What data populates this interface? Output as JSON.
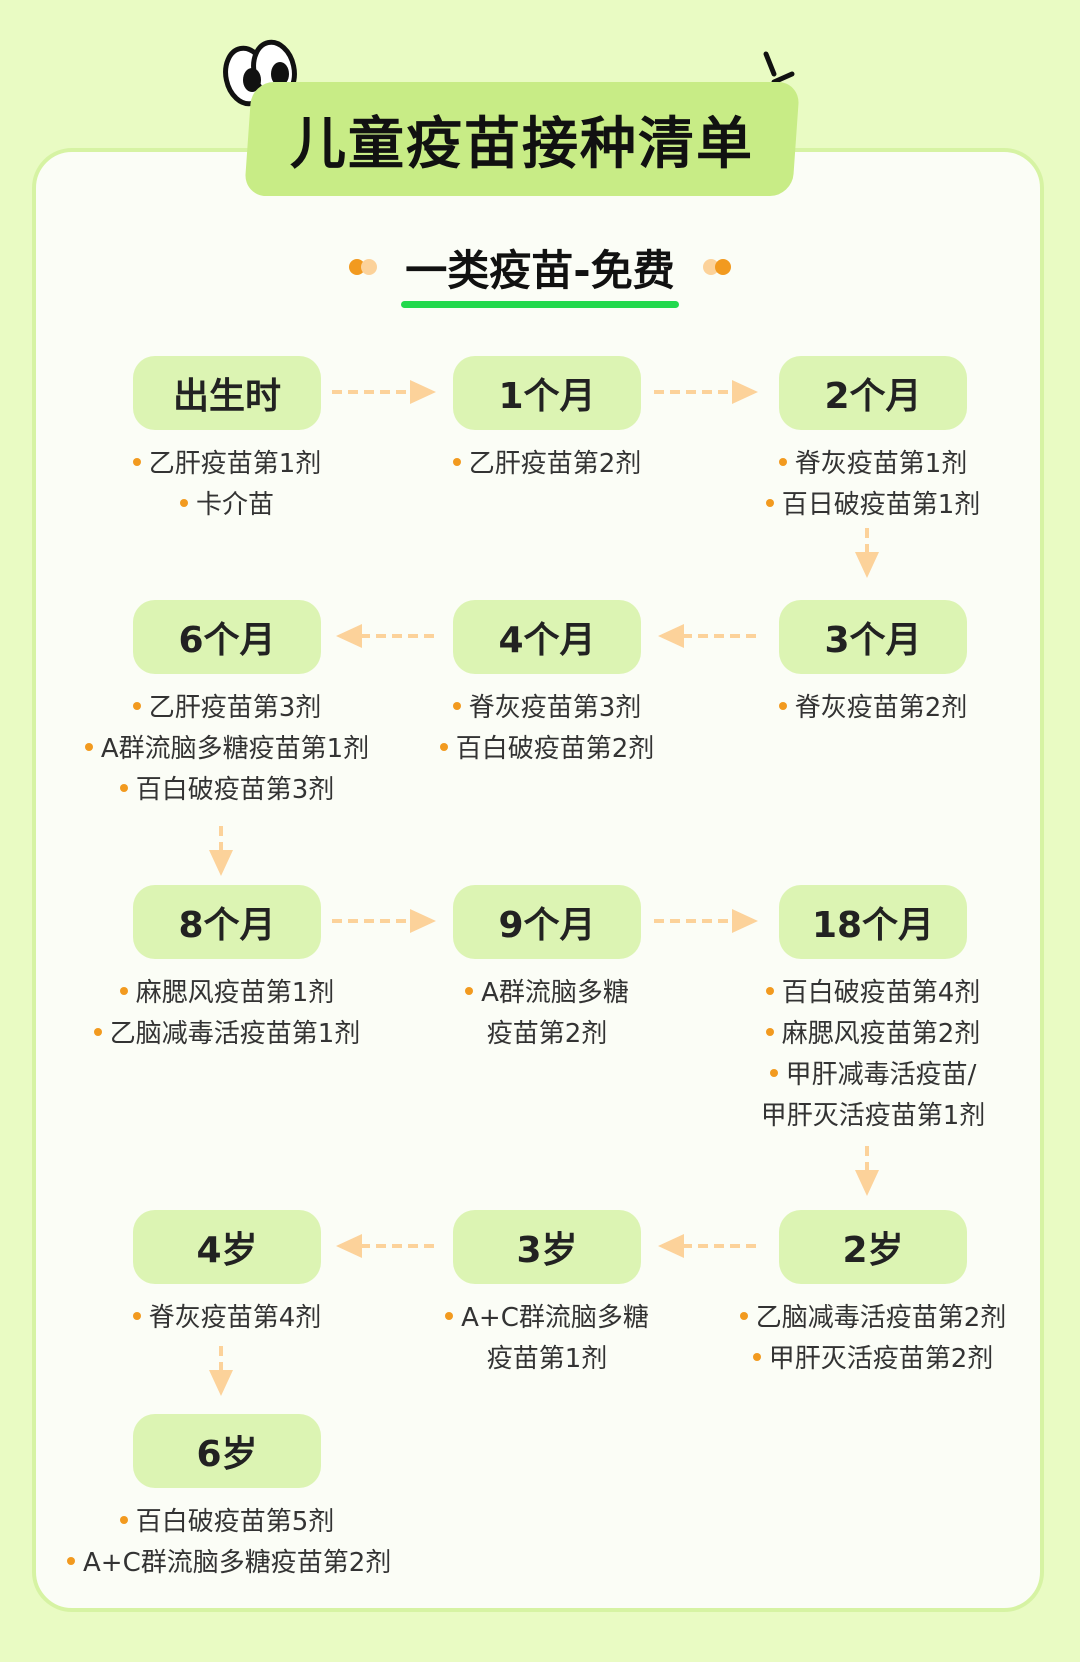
{
  "title": "儿童疫苗接种清单",
  "subtitle": "一类疫苗-免费",
  "colors": {
    "background": "#e9fbc3",
    "card": "#fbfdf6",
    "pill": "#dcf4b3",
    "banner": "#c8ec86",
    "accent_orange": "#f29a1f",
    "arrow": "#fcd29a",
    "underline": "#22d94d"
  },
  "stages": [
    {
      "label": "出生时",
      "items": [
        "乙肝疫苗第1剂",
        "卡介苗"
      ]
    },
    {
      "label": "1个月",
      "items": [
        "乙肝疫苗第2剂"
      ]
    },
    {
      "label": "2个月",
      "items": [
        "脊灰疫苗第1剂",
        "百日破疫苗第1剂"
      ]
    },
    {
      "label": "3个月",
      "items": [
        "脊灰疫苗第2剂"
      ]
    },
    {
      "label": "4个月",
      "items": [
        "脊灰疫苗第3剂",
        "百白破疫苗第2剂"
      ]
    },
    {
      "label": "6个月",
      "items": [
        "乙肝疫苗第3剂",
        "A群流脑多糖疫苗第1剂",
        "百白破疫苗第3剂"
      ]
    },
    {
      "label": "8个月",
      "items": [
        "麻腮风疫苗第1剂",
        "乙脑减毒活疫苗第1剂"
      ]
    },
    {
      "label": "9个月",
      "items": [
        "A群流脑多糖",
        "疫苗第2剂"
      ]
    },
    {
      "label": "18个月",
      "items": [
        "百白破疫苗第4剂",
        "麻腮风疫苗第2剂",
        "甲肝减毒活疫苗/",
        "甲肝灭活疫苗第1剂"
      ]
    },
    {
      "label": "2岁",
      "items": [
        "乙脑减毒活疫苗第2剂",
        "甲肝灭活疫苗第2剂"
      ]
    },
    {
      "label": "3岁",
      "items": [
        "A+C群流脑多糖",
        "疫苗第1剂"
      ]
    },
    {
      "label": "4岁",
      "items": [
        "脊灰疫苗第4剂"
      ]
    },
    {
      "label": "6岁",
      "items": [
        "百白破疫苗第5剂",
        "A+C群流脑多糖疫苗第2剂"
      ]
    }
  ]
}
